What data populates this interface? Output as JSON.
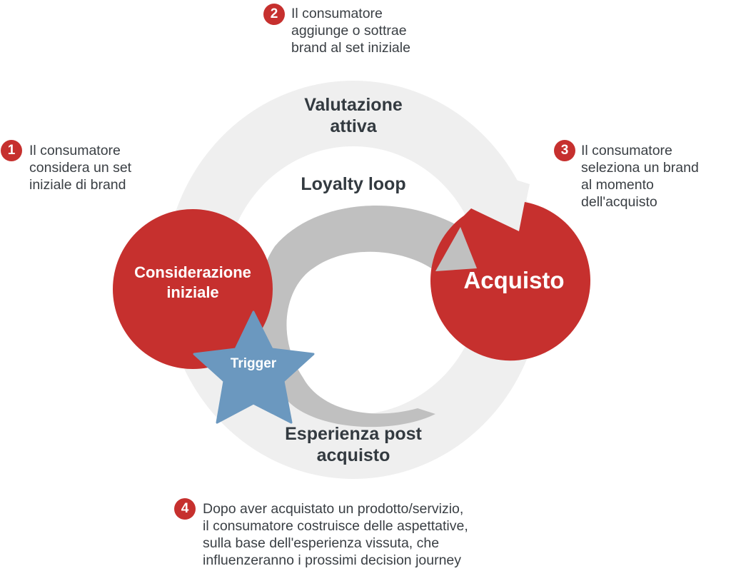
{
  "steps": [
    {
      "number": "1",
      "lines": [
        "Il consumatore",
        "considera un set",
        "iniziale di brand"
      ]
    },
    {
      "number": "2",
      "lines": [
        "Il consumatore",
        "aggiunge o sottrae",
        "brand al set iniziale"
      ]
    },
    {
      "number": "3",
      "lines": [
        "Il consumatore",
        "seleziona un brand",
        "al momento",
        "dell'acquisto"
      ]
    },
    {
      "number": "4",
      "lines": [
        "Dopo aver acquistato un prodotto/servizio,",
        "il consumatore costruisce delle aspettative,",
        "sulla base dell'esperienza vissuta, che",
        "influenzeranno i prossimi decision journey"
      ]
    }
  ],
  "stages": {
    "valutazione": [
      "Valutazione",
      "attiva"
    ],
    "loyalty": "Loyalty loop",
    "esperienza": [
      "Esperienza post",
      "acquisto"
    ],
    "considerazione": [
      "Considerazione",
      "iniziale"
    ],
    "acquisto": "Acquisto",
    "trigger": "Trigger"
  },
  "colors": {
    "red": "#c6302e",
    "ring": "#efefef",
    "loop": "#c0c0c0",
    "star": "#6b98bf",
    "text": "#333a40"
  }
}
